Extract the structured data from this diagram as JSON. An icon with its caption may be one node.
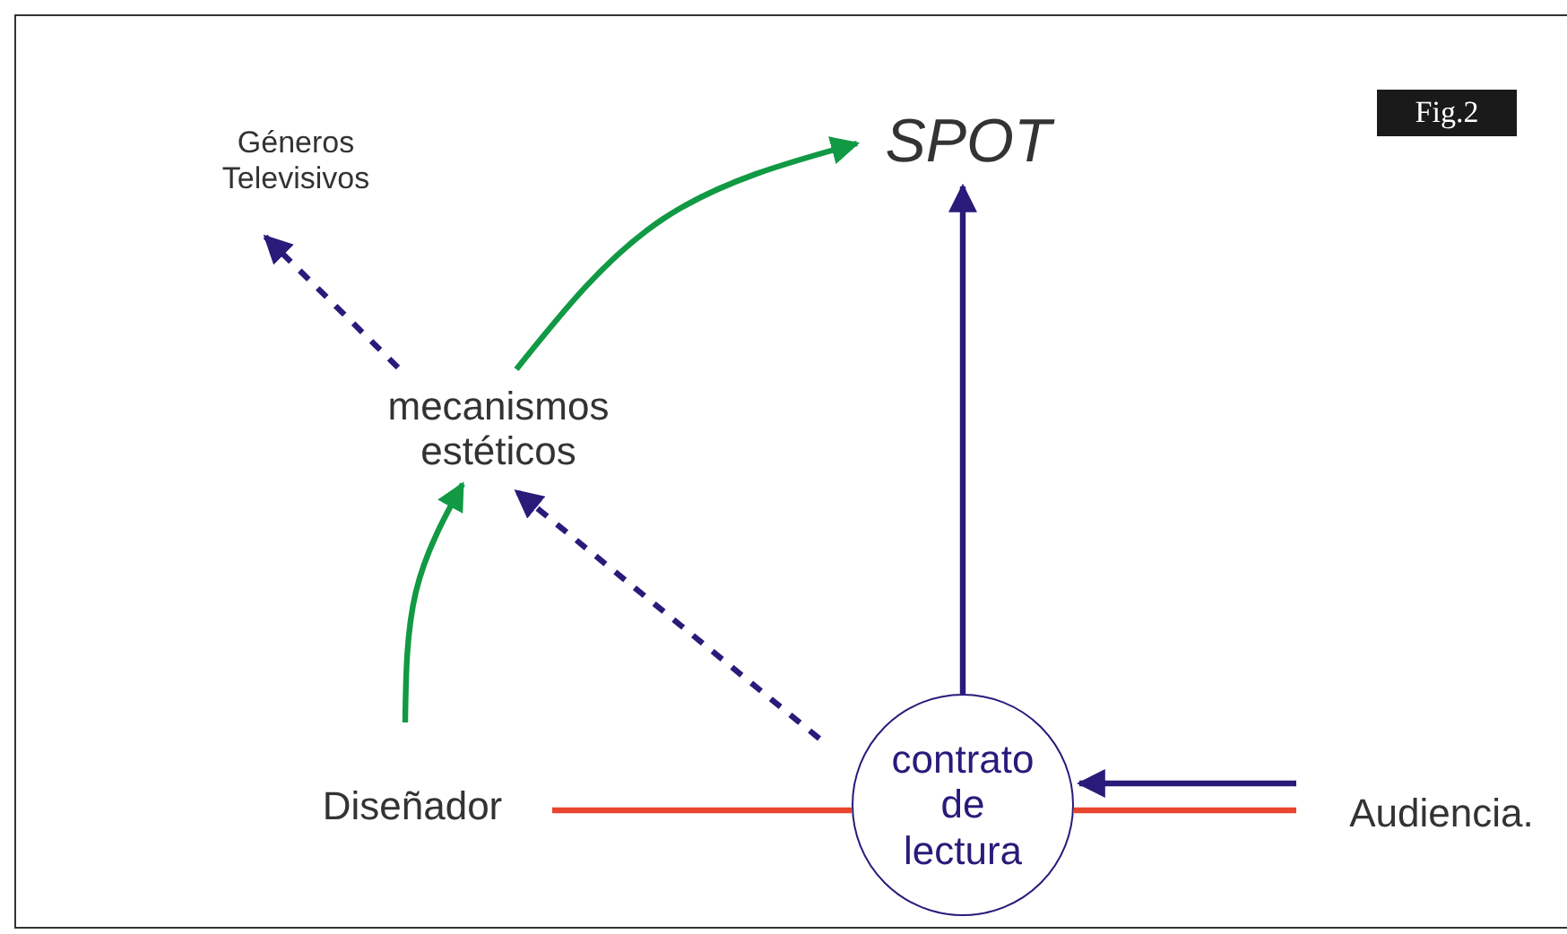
{
  "diagram": {
    "nodes": [
      {
        "text": [
          "Géneros Televisivos"
        ]
      },
      {
        "text": [
          "SPOT"
        ]
      },
      {
        "text": [
          "mecanismos estéticos"
        ]
      },
      {
        "text": [
          "contrato de lectura"
        ]
      },
      {
        "text": [
          "Diseñador"
        ]
      },
      {
        "text": [
          "Audiencia."
        ]
      }
    ],
    "edges": [
      {
        "from": 2,
        "to": 0,
        "arrow": "to",
        "style": "dashed"
      },
      {
        "from": 2,
        "to": 1,
        "arrow": "to",
        "color": "#119944"
      },
      {
        "from": 3,
        "to": 2,
        "arrow": "to",
        "style": "dashed"
      },
      {
        "from": 4,
        "to": 2,
        "arrow": "to",
        "color": "#119944"
      },
      {
        "from": 3,
        "to": 1,
        "arrow": "to"
      },
      {
        "from": 4,
        "to": 3,
        "arrow": "none",
        "color": "#e8452c"
      },
      {
        "from": 5,
        "to": 3,
        "arrow": "none",
        "color": "#e8452c"
      },
      {
        "from": 5,
        "to": 3,
        "arrow": "to"
      }
    ],
    "labels": [
      "Fig.2"
    ]
  }
}
